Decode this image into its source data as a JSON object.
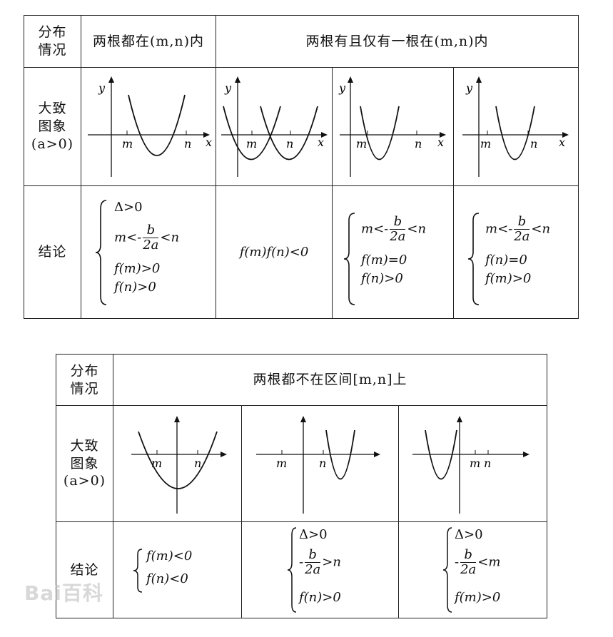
{
  "table1": {
    "row_header_1": "分布\n情况",
    "col_both_in": "两根都在(m,n)内",
    "col_one_in": "两根有且仅有一根在(m,n)内",
    "row_header_2": "大致\n图象\n(a>0)",
    "row_header_3": "结论",
    "conclusion_both": [
      "Δ>0",
      "m<-",
      "b",
      "2a",
      "<n",
      "f(m)>0",
      "f(n)>0"
    ],
    "conclusion_product": "f(m)f(n)<0",
    "conclusion_m_root": [
      "m<-",
      "b",
      "2a",
      "<n",
      "f(m)=0",
      "f(n)>0"
    ],
    "conclusion_n_root": [
      "m<-",
      "b",
      "2a",
      "<n",
      "f(n)=0",
      "f(m)>0"
    ],
    "axis_labels": {
      "y": "y",
      "x": "x",
      "m": "m",
      "n": "n"
    }
  },
  "table2": {
    "row_header_1": "分布\n情况",
    "col_none_in": "两根都不在区间[m,n]上",
    "row_header_2": "大致\n图象\n(a>0)",
    "row_header_3": "结论",
    "conclusion_a": [
      "f(m)<0",
      "f(n)<0"
    ],
    "conclusion_b": [
      "Δ>0",
      "-",
      "b",
      "2a",
      ">n",
      "f(n)>0"
    ],
    "conclusion_c": [
      "Δ>0",
      "-",
      "b",
      "2a",
      "<m",
      "f(m)>0"
    ],
    "axis_labels": {
      "m": "m",
      "n": "n"
    }
  },
  "watermark": "Bai百科"
}
